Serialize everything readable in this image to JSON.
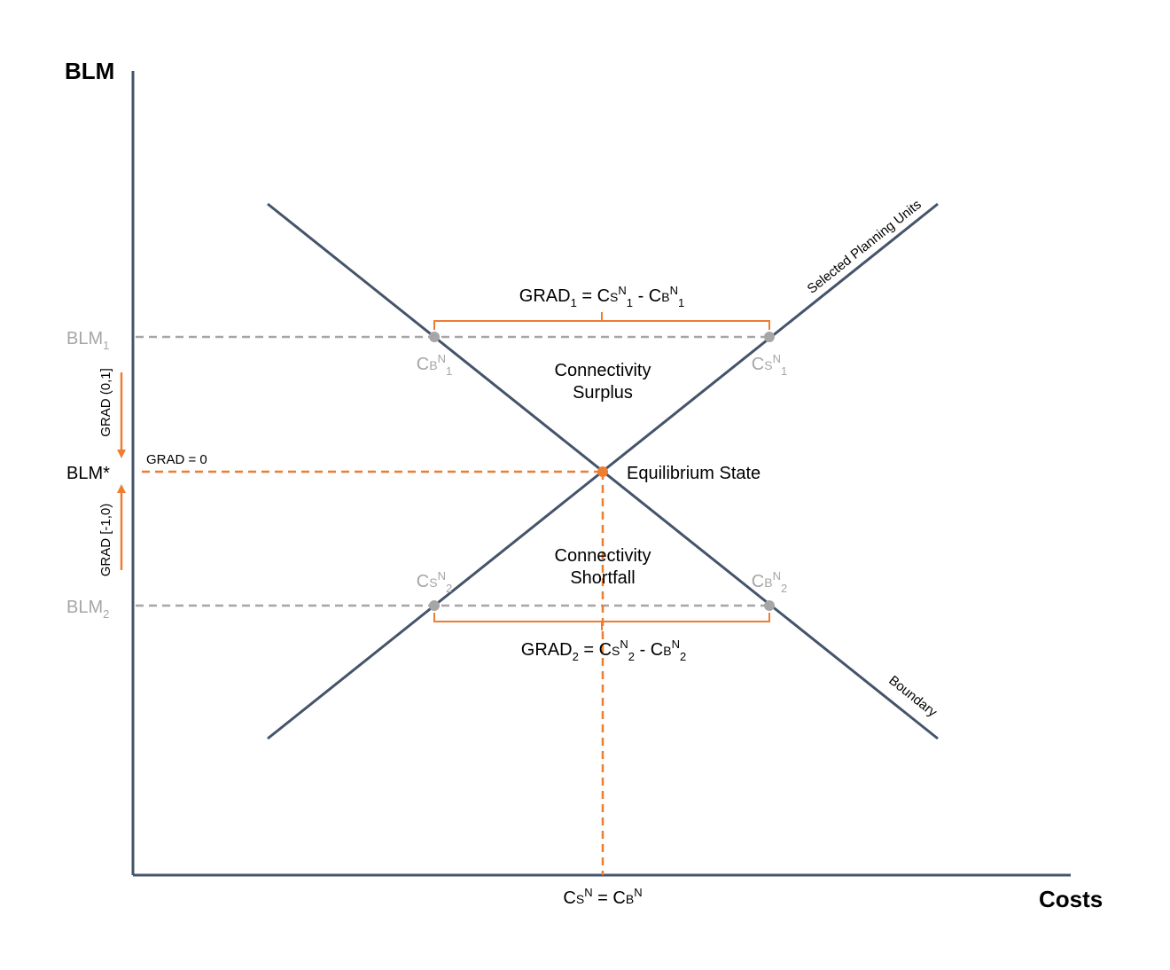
{
  "axes": {
    "y_title": "BLM",
    "x_title": "Costs",
    "x_marker": {
      "c": "C",
      "s": "S",
      "n": "N",
      "eq": " = ",
      "c2": "C",
      "b": "B",
      "n2": "N"
    }
  },
  "blm_levels": {
    "blm1": {
      "base": "BLM",
      "sub": "1"
    },
    "blm_star": "BLM*",
    "blm2": {
      "base": "BLM",
      "sub": "2"
    }
  },
  "grad_labels": {
    "grad_zero": "GRAD = 0",
    "grad_down": "GRAD (0,1]",
    "grad_up": "GRAD [-1,0)"
  },
  "formulas": {
    "grad1": {
      "g": "GRAD",
      "gs": "1",
      "eq": " = ",
      "c1": "C",
      "s1": "S",
      "n1": "N",
      "i1": "1",
      "minus": " - ",
      "c2": "C",
      "s2": "B",
      "n2": "N",
      "i2": "1"
    },
    "grad2": {
      "g": "GRAD",
      "gs": "2",
      "eq": " = ",
      "c1": "C",
      "s1": "S",
      "n1": "N",
      "i1": "2",
      "minus": " - ",
      "c2": "C",
      "s2": "B",
      "n2": "N",
      "i2": "2"
    }
  },
  "points": {
    "cb1": {
      "c": "C",
      "s": "B",
      "n": "N",
      "i": "1"
    },
    "cs1": {
      "c": "C",
      "s": "S",
      "n": "N",
      "i": "1"
    },
    "cs2": {
      "c": "C",
      "s": "S",
      "n": "N",
      "i": "2"
    },
    "cb2": {
      "c": "C",
      "s": "B",
      "n": "N",
      "i": "2"
    }
  },
  "regions": {
    "surplus": [
      "Connectivity",
      "Surplus"
    ],
    "shortfall": [
      "Connectivity",
      "Shortfall"
    ],
    "equilibrium": "Equilibrium State"
  },
  "lines": {
    "selected": "Selected Planning Units",
    "boundary": "Boundary"
  },
  "colors": {
    "axis": "#44546a",
    "orange": "#ed7d31",
    "gray": "#a6a6a6"
  }
}
